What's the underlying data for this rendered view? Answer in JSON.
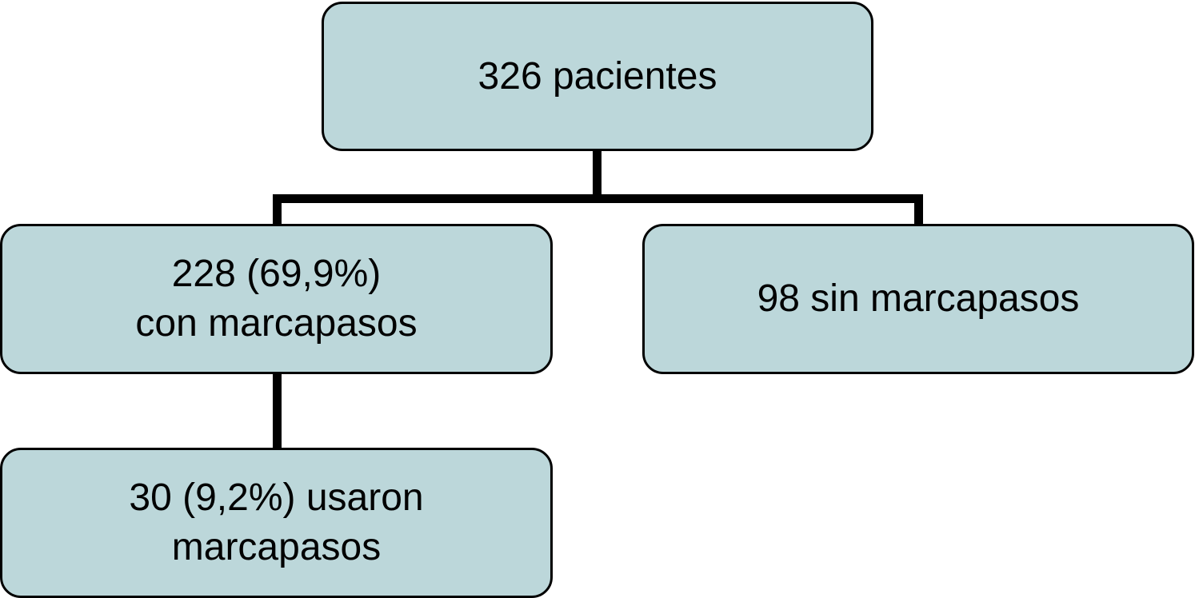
{
  "diagram": {
    "root": {
      "text": "326 pacientes"
    },
    "left": {
      "line1": "228 (69,9%)",
      "line2": "con marcapasos"
    },
    "right": {
      "text": "98 sin marcapasos"
    },
    "bottom": {
      "line1": "30 (9,2%) usaron",
      "line2": "marcapasos"
    }
  },
  "colors": {
    "box_fill": "#bcd7da",
    "border": "#000000",
    "connector": "#000000"
  }
}
